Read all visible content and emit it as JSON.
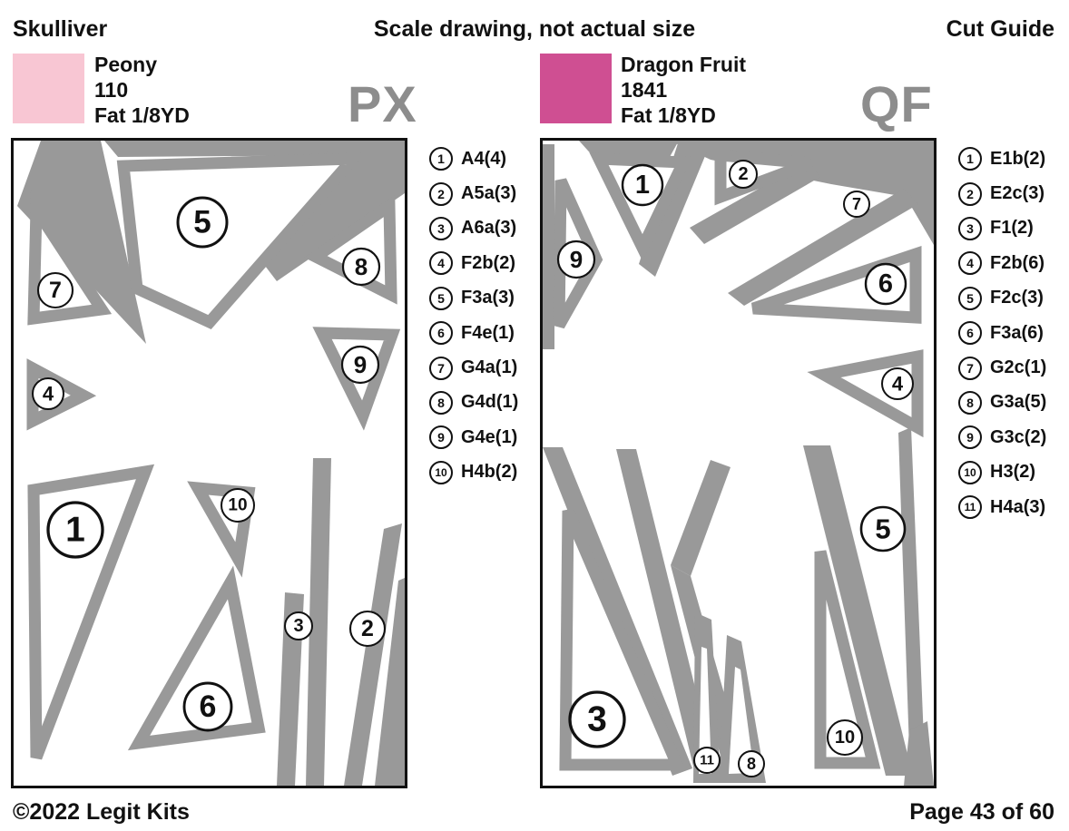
{
  "header": {
    "title": "Skulliver",
    "center_note": "Scale drawing, not actual size",
    "right": "Cut Guide"
  },
  "footer": {
    "copyright": "©2022 Legit Kits",
    "page": "Page 43 of 60"
  },
  "colors": {
    "shape_gray": "#999999",
    "panel_code_gray": "#8d8d8d",
    "peony_swatch": "#f8c6d3",
    "dragon_fruit_swatch": "#cf4f92",
    "border_black": "#111111"
  },
  "panels": [
    {
      "code": "PX",
      "fabric": {
        "name": "Peony",
        "number": "110",
        "cut": "Fat 1/8YD"
      },
      "legend": [
        {
          "n": "1",
          "label": "A4(4)"
        },
        {
          "n": "2",
          "label": "A5a(3)"
        },
        {
          "n": "3",
          "label": "A6a(3)"
        },
        {
          "n": "4",
          "label": "F2b(2)"
        },
        {
          "n": "5",
          "label": "F3a(3)"
        },
        {
          "n": "6",
          "label": "F4e(1)"
        },
        {
          "n": "7",
          "label": "G4a(1)"
        },
        {
          "n": "8",
          "label": "G4d(1)"
        },
        {
          "n": "9",
          "label": "G4e(1)"
        },
        {
          "n": "10",
          "label": "H4b(2)"
        }
      ],
      "piece_numbers": [
        "1",
        "2",
        "3",
        "4",
        "5",
        "6",
        "7",
        "8",
        "9",
        "10"
      ]
    },
    {
      "code": "QF",
      "fabric": {
        "name": "Dragon Fruit",
        "number": "1841",
        "cut": "Fat 1/8YD"
      },
      "legend": [
        {
          "n": "1",
          "label": "E1b(2)"
        },
        {
          "n": "2",
          "label": "E2c(3)"
        },
        {
          "n": "3",
          "label": "F1(2)"
        },
        {
          "n": "4",
          "label": "F2b(6)"
        },
        {
          "n": "5",
          "label": "F2c(3)"
        },
        {
          "n": "6",
          "label": "F3a(6)"
        },
        {
          "n": "7",
          "label": "G2c(1)"
        },
        {
          "n": "8",
          "label": "G3a(5)"
        },
        {
          "n": "9",
          "label": "G3c(2)"
        },
        {
          "n": "10",
          "label": "H3(2)"
        },
        {
          "n": "11",
          "label": "H4a(3)"
        }
      ],
      "piece_numbers": [
        "1",
        "2",
        "3",
        "4",
        "5",
        "6",
        "7",
        "8",
        "9",
        "10",
        "11"
      ]
    }
  ]
}
